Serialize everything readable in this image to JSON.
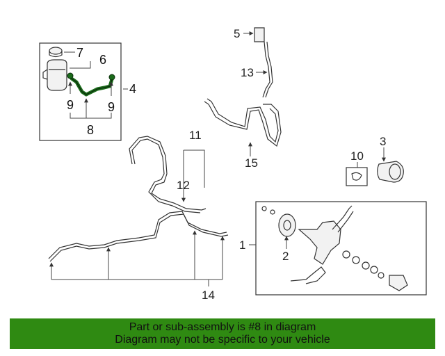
{
  "diagram": {
    "callouts": {
      "c1": "1",
      "c2": "2",
      "c3": "3",
      "c4": "4",
      "c5": "5",
      "c6": "6",
      "c7": "7",
      "c8": "8",
      "c9a": "9",
      "c9b": "9",
      "c10": "10",
      "c11": "11",
      "c12": "12",
      "c13": "13",
      "c14": "14",
      "c15": "15"
    },
    "highlight_color": "#1a6b1a"
  },
  "banner": {
    "line1": "Part or sub-assembly is #8 in diagram",
    "line2": "Diagram may not be specific to your vehicle",
    "background": "#2f8a12"
  }
}
